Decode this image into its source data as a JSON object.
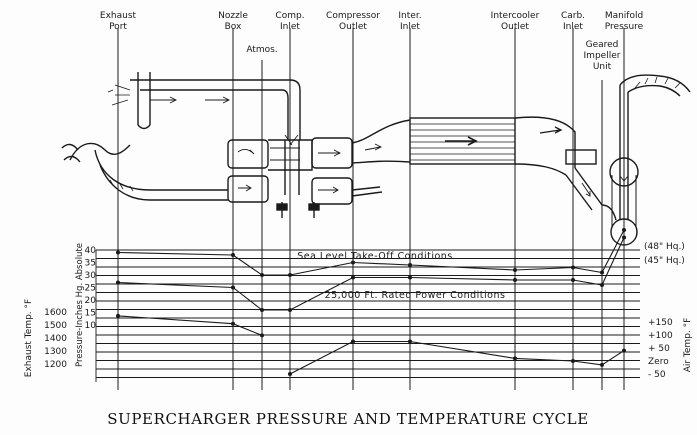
{
  "stations": [
    {
      "lines": [
        "Exhaust",
        "Port"
      ]
    },
    {
      "lines": [
        "Nozzle",
        "Box"
      ]
    },
    {
      "lines": [
        "Atmos."
      ]
    },
    {
      "lines": [
        "Comp.",
        "Inlet"
      ]
    },
    {
      "lines": [
        "Compressor",
        "Outlet"
      ]
    },
    {
      "lines": [
        "Inter.",
        "Inlet"
      ]
    },
    {
      "lines": [
        "Intercooler",
        "Outlet"
      ]
    },
    {
      "lines": [
        "Carb.",
        "Inlet"
      ]
    },
    {
      "lines": [
        "Geared",
        "Impeller",
        "Unit"
      ]
    },
    {
      "lines": [
        "Manifold",
        "Pressure"
      ]
    }
  ],
  "axes": {
    "exhaust_temp_label": "Exhaust Temp. °F",
    "pressure_label": "Pressure-Inches Hg. Absolute",
    "air_temp_label": "Air Temp. °F",
    "exhaust_ticks": [
      "1600",
      "1500",
      "1400",
      "1300",
      "1200"
    ],
    "pressure_ticks": [
      "40",
      "35",
      "30",
      "25",
      "20",
      "15",
      "10"
    ],
    "air_ticks": [
      "+150",
      "+100",
      "+ 50",
      "Zero",
      "- 50"
    ],
    "right_pressure": [
      "(48\" Hq.)",
      "(45\" Hq.)"
    ]
  },
  "conditions": {
    "sea_level": "Sea Level Take-Off Conditions",
    "rated": "25,000 Ft. Rated Power Conditions"
  },
  "title": "SUPERCHARGER PRESSURE AND TEMPERATURE CYCLE",
  "chart_data": {
    "type": "line",
    "categories": [
      "Exhaust Port",
      "Nozzle Box",
      "Atmos.",
      "Comp. Inlet",
      "Compressor Outlet",
      "Inter. Inlet",
      "Intercooler Outlet",
      "Carb. Inlet",
      "Geared Impeller Unit",
      "Manifold Pressure"
    ],
    "series": [
      {
        "values": [
          39,
          38,
          30,
          30,
          35,
          34,
          32,
          33,
          31,
          48
        ]
      },
      {
        "values": [
          27,
          25,
          16,
          16,
          29,
          29,
          28,
          28,
          26,
          45
        ]
      },
      {
        "values": [
          1570,
          1510,
          1420,
          null,
          null,
          null,
          null,
          null,
          null,
          null
        ]
      },
      {
        "values": [
          null,
          null,
          null,
          -50,
          75,
          75,
          10,
          0,
          -15,
          40
        ]
      }
    ],
    "pressure_ticks": [
      10,
      15,
      20,
      25,
      30,
      35,
      40
    ],
    "exhaust_ticks": [
      1200,
      1300,
      1400,
      1500,
      1600
    ],
    "air_ticks": [
      -50,
      0,
      50,
      100,
      150
    ]
  }
}
